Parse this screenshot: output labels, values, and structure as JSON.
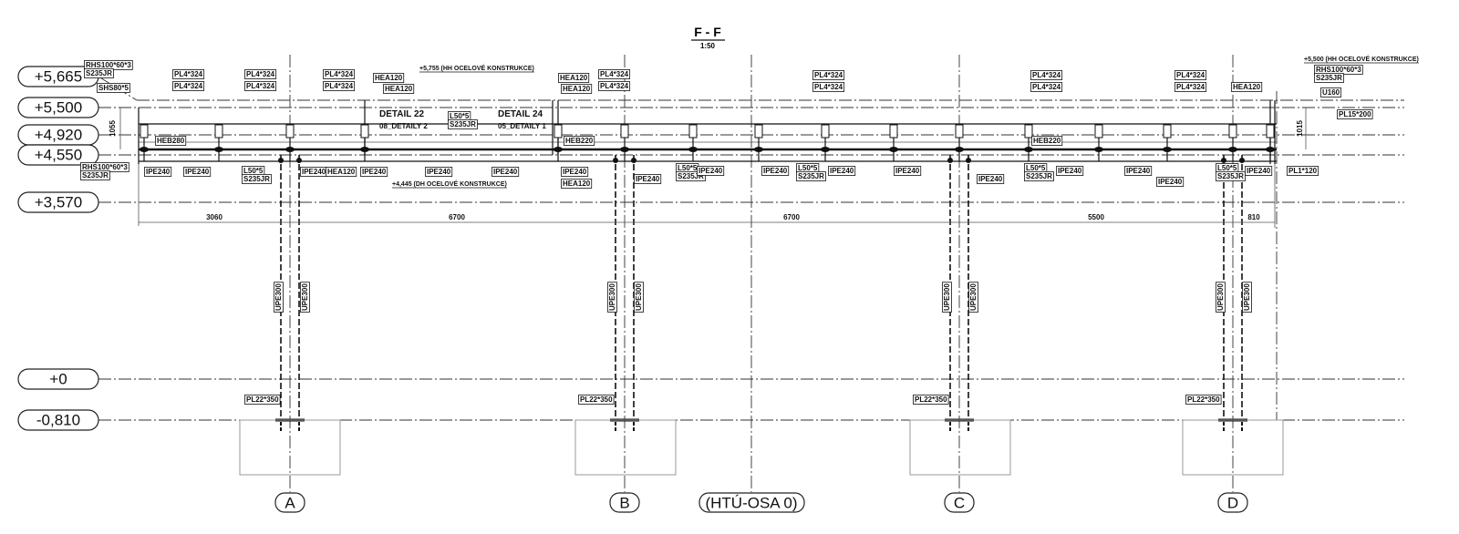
{
  "title": "F - F",
  "scale": "1:50",
  "levels": [
    "+5,665",
    "+5,500",
    "+4,920",
    "+4,550",
    "+3,570",
    "+0",
    "-0,810"
  ],
  "axes": [
    "A",
    "B",
    "(HTÚ-OSA 0)",
    "C",
    "D"
  ],
  "dimensions": [
    "3060",
    "6700",
    "6700",
    "5500",
    "810"
  ],
  "heights": [
    "1055",
    "1015"
  ],
  "labels": [
    "RHS100*60*3",
    "S235JR",
    "SHS80*5",
    "PL4*324",
    "PL4*324",
    "PL4*324",
    "PL4*324",
    "PL4*324",
    "PL4*324",
    "HEA120",
    "HEA120",
    "+5,755 (HH OCELOVÉ KONSTRUKCE)",
    "DETAIL 22",
    "08_DETAILY 2",
    "L50*5",
    "S235JR",
    "DETAIL 24",
    "05_DETAILY 1",
    "HEB280",
    "RHS100*60*3",
    "S235JR",
    "IPE240",
    "IPE240",
    "L50*5",
    "S235JR",
    "IPE240",
    "HEA120",
    "IPE240",
    "IPE240",
    "+4,445 (DH OCELOVÉ KONSTRUKCE)",
    "IPE240",
    "HEA120",
    "HEA120",
    "PL4*324",
    "PL4*324",
    "HEB220",
    "IPE240",
    "HEA120",
    "IPE240",
    "L50*5",
    "S235JR",
    "IPE240",
    "IPE240",
    "L50*5",
    "S235JR",
    "IPE240",
    "IPE240",
    "PL4*324",
    "PL4*324",
    "PL4*324",
    "PL4*324",
    "PL4*324",
    "PL4*324",
    "HEA120",
    "HEB220",
    "IPE240",
    "L50*5",
    "S235JR",
    "IPE240",
    "IPE240",
    "IPE240",
    "L50*5",
    "S235JR",
    "IPE240",
    "PL1*120",
    "+5,500 (HH OCELOVÉ KONSTRUKCE)",
    "RHS100*60*3",
    "S235JR",
    "U160",
    "PL15*200",
    "PL22*350",
    "PL22*350",
    "PL22*350",
    "PL22*350",
    "UPE300",
    "UPE300",
    "UPE300",
    "UPE300",
    "UPE300",
    "UPE300",
    "UPE300",
    "UPE300"
  ]
}
